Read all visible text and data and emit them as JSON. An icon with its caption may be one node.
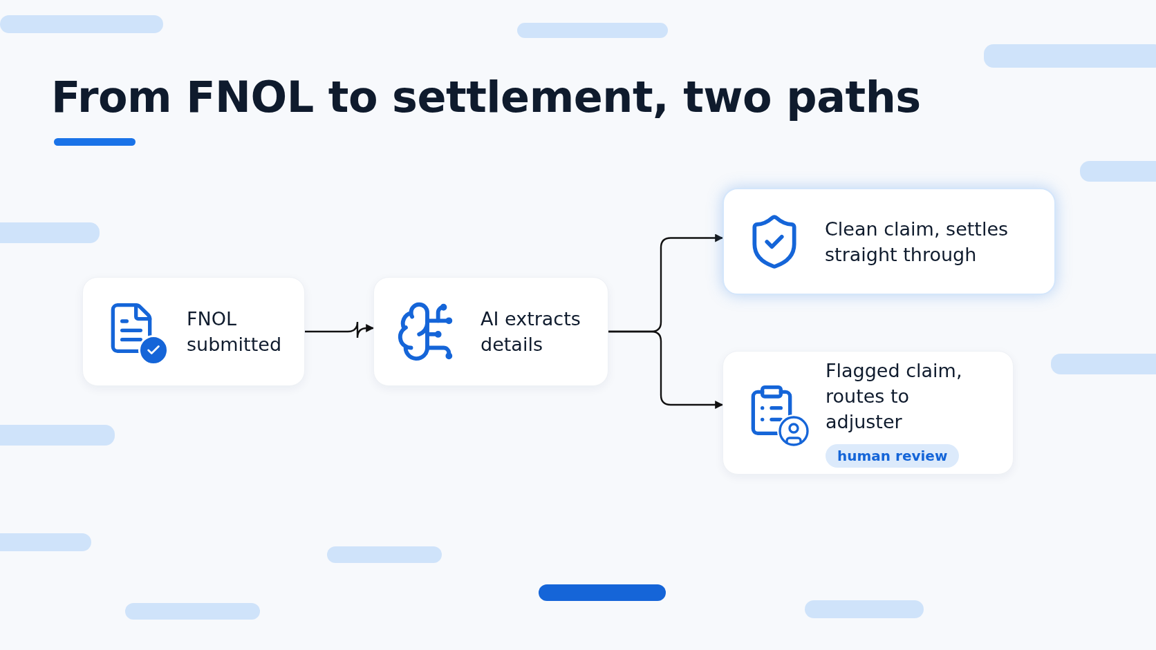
{
  "diagram": {
    "title": "From FNOL to settlement, two paths",
    "nodes": [
      {
        "text": [
          "FNOL submitted"
        ]
      },
      {
        "text": [
          "AI extracts details"
        ]
      },
      {
        "text": [
          "Clean claim, settles straight through"
        ]
      },
      {
        "text": [
          "Flagged claim, routes to adjuster",
          "human review"
        ]
      }
    ],
    "edges": [
      {
        "from": 0,
        "to": 1,
        "arrow": "to"
      },
      {
        "from": 1,
        "to": 2,
        "arrow": "to"
      },
      {
        "from": 1,
        "to": 3,
        "arrow": "to"
      }
    ]
  }
}
